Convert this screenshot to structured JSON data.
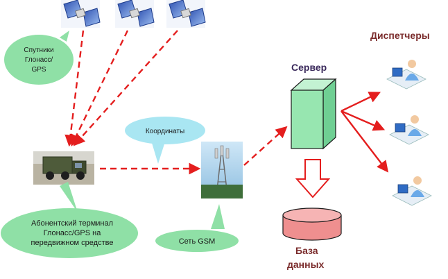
{
  "satellites_label": [
    "Спутники",
    "Глонасс/",
    "GPS"
  ],
  "coordinates_label": "Координаты",
  "terminal_label": [
    "Абонентский терминал",
    "Глонасс/GPS на",
    "передвижном средстве"
  ],
  "gsm_label": "Сеть GSM",
  "server_label": "Сервер",
  "dispatchers_label": "Диспетчеры",
  "database_label": [
    "База",
    "данных"
  ],
  "colors": {
    "bubble_green": "#8fe0a6",
    "bubble_cyan": "#a9e6f2",
    "arrow_red": "#e41e1e",
    "server_green": "#97e6b0",
    "db_pink": "#ef8f8f"
  }
}
